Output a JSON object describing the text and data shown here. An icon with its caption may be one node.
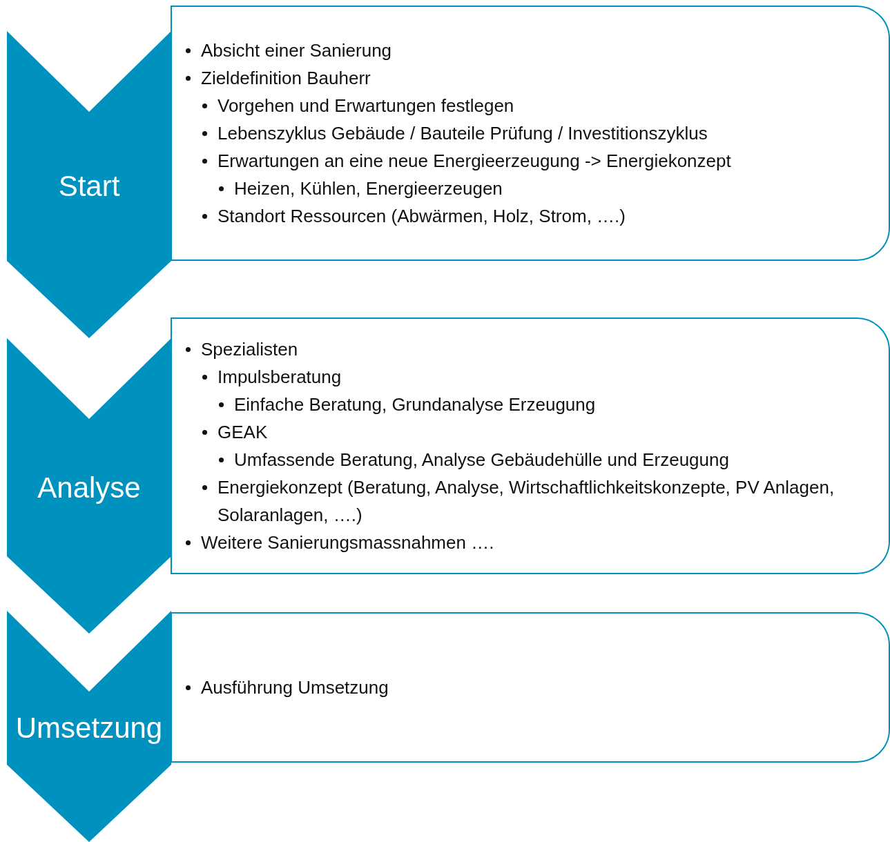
{
  "diagram": {
    "nodes": [
      {
        "text": [
          "Start"
        ]
      },
      {
        "text": [
          "Absicht einer Sanierung",
          "Zieldefinition Bauherr",
          "Vorgehen und Erwartungen festlegen",
          "Lebenszyklus Gebäude / Bauteile Prüfung / Investitionszyklus",
          "Erwartungen an eine neue Energieerzeugung -> Energiekonzept",
          "Heizen, Kühlen, Energieerzeugen",
          "Standort Ressourcen (Abwärmen, Holz, Strom, ….)"
        ]
      },
      {
        "text": [
          "Analyse"
        ]
      },
      {
        "text": [
          "Spezialisten",
          "Impulsberatung",
          "Einfache Beratung, Grundanalyse Erzeugung",
          "GEAK",
          "Umfassende Beratung, Analyse Gebäudehülle und Erzeugung",
          "Energiekonzept (Beratung, Analyse, Wirtschaftlichkeitskonzepte, PV Anlagen, Solaranlagen, ….)",
          "Weitere Sanierungsmassnahmen …."
        ]
      },
      {
        "text": [
          "Umsetzung"
        ]
      },
      {
        "text": [
          "Ausführung Umsetzung"
        ]
      }
    ],
    "edges": []
  }
}
